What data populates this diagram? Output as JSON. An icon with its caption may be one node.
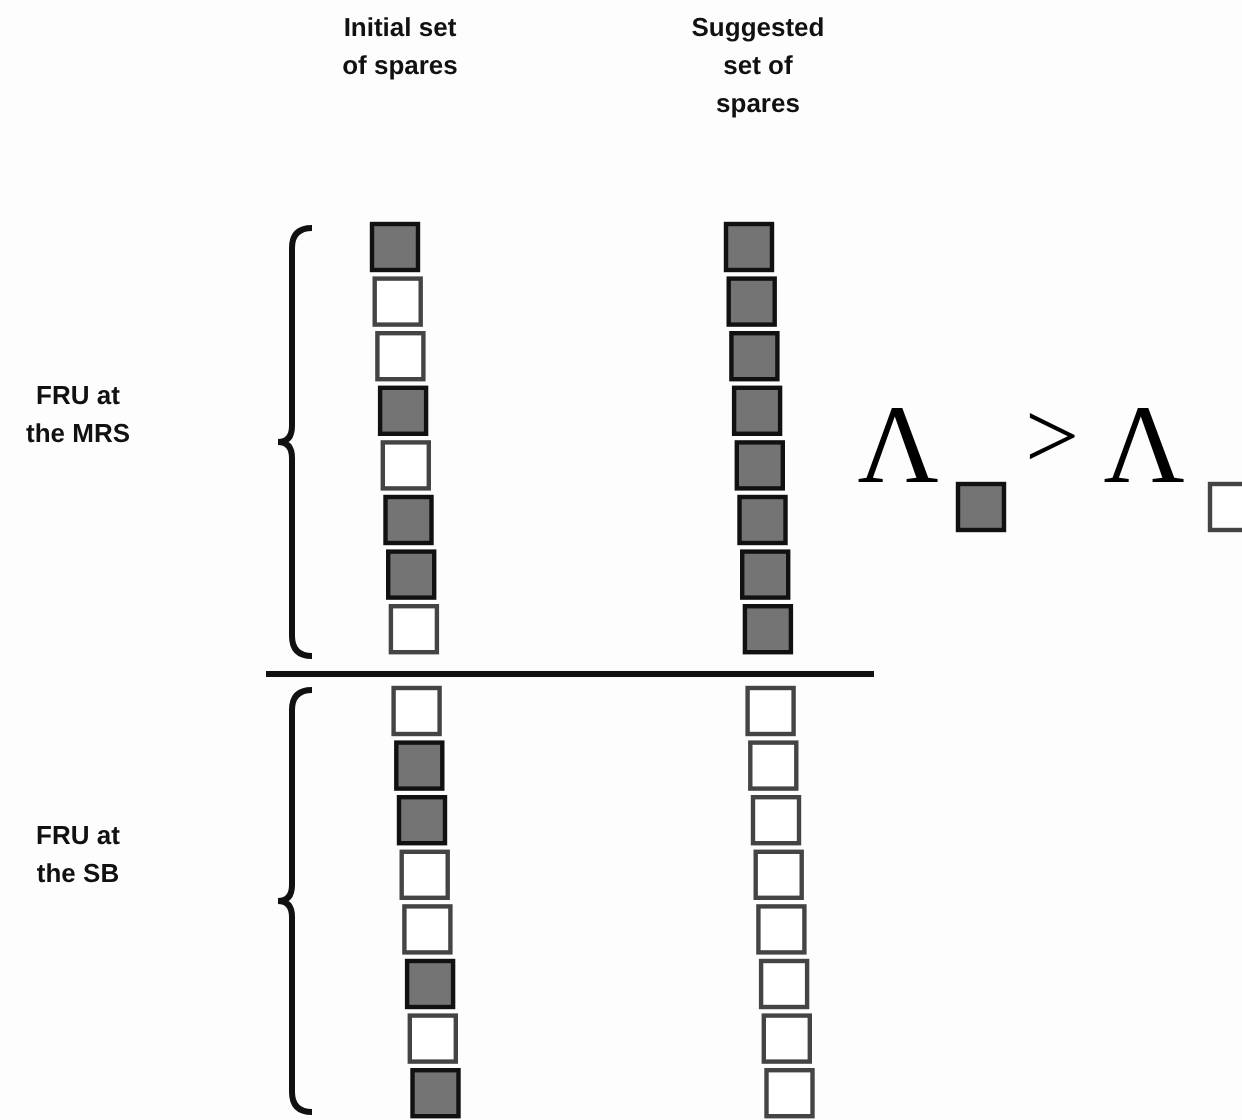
{
  "diagram": {
    "labels": [
      "Initial set of spares",
      "Suggested set of spares",
      "FRU at the MRS",
      "FRU at the SB",
      "Λ",
      ">",
      "Λ"
    ]
  }
}
